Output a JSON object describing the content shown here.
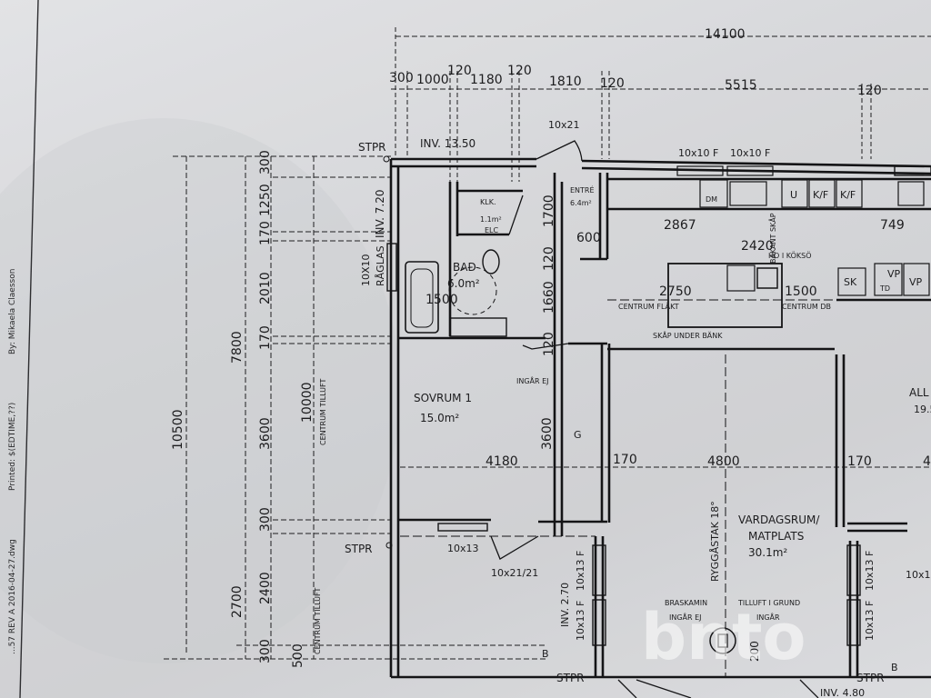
{
  "side_note": {
    "file": "...57 REV A 2016-04-27.dwg",
    "printed": "Printed: $(EDTIME,??)",
    "by": "By: Mikaela Claesson"
  },
  "top_dimensions": {
    "total": "14100",
    "d300": "300",
    "d1000": "1000",
    "d120a": "120",
    "d1180": "1180",
    "d120b": "120",
    "d1810": "1810",
    "d120c": "120",
    "d5515": "5515",
    "d120d": "120"
  },
  "left_dimensions": {
    "d300t": "300",
    "d1250": "1250",
    "d170a": "170",
    "d2010": "2010",
    "d170b": "170",
    "d3600": "3600",
    "d300m": "300",
    "d2400": "2400",
    "d300b": "300",
    "d7800": "7800",
    "d2700": "2700",
    "d10500": "10500",
    "d10000": "10000",
    "d500": "500",
    "centrum_tilluft_a": "CENTRUM TILLUFT",
    "centrum_tilluft_b": "CENTRUM TILLUFT"
  },
  "labels": {
    "stpr1": "STPR",
    "inv1350": "INV. 13.50",
    "inv720": "INV. 7.20",
    "raglas": "RÅGLAS",
    "w10x10": "10X10",
    "d10x21": "10x21",
    "w10x10f_a": "10x10 F",
    "w10x10f_b": "10x10 F",
    "entre": "ENTRÉ",
    "entre_area": "6.4m²",
    "klk": "KLK.",
    "klk_area": "1.1m²",
    "elc": "ELC",
    "d1700": "1700",
    "d120e": "120",
    "d1660": "1660",
    "d120f": "120",
    "d600": "600",
    "d2867": "2867",
    "d2420": "2420",
    "d749": "749",
    "d2750": "2750",
    "d1500a": "1500",
    "d1500b": "1500",
    "dm": "DM",
    "u": "U",
    "kf1": "K/F",
    "kf2": "K/F",
    "sk": "SK",
    "vp1": "VP",
    "vp2": "VP",
    "td": "TD",
    "skap_kok": "HO I KÖKSÖ",
    "bank_skap": "BAKANT SKÅP",
    "centrum_flakt": "CENTRUM FLÄKT",
    "centrum_db": "CENTRUM DB",
    "skap_under_bank": "SKÅP UNDER BÄNK",
    "bad": "BAD",
    "bad_area": "6.0m²",
    "ingar_ej1": "INGÅR EJ",
    "sovrum": "SOVRUM 1",
    "sovrum_area": "15.0m²",
    "d4180": "4180",
    "d3600b": "3600",
    "g": "G",
    "d170c": "170",
    "d4800": "4800",
    "d170d": "170",
    "all_partial": "ALL",
    "all_area_partial": "19.5",
    "d4_partial": "4",
    "stpr2": "STPR",
    "w10x13": "10x13",
    "d10x21_21": "10x21/21",
    "inv270": "INV. 2.70",
    "w10x13f_a": "10x13 F",
    "w10x13f_b": "10x13 F",
    "w10x13f_c": "10x13 F",
    "w10x13f_d": "10x13 F",
    "w10x13_partial": "10x13",
    "ryggastak": "RYGGÅSTAK 18°",
    "vardagsrum": "VARDAGSRUM/",
    "matplats": "MATPLATS",
    "vardag_area": "30.1m²",
    "braskamin": "BRASKAMIN",
    "ingar_ej2": "INGÅR EJ",
    "tilluft_grund": "TILLUFT I GRUND",
    "ingar": "INGÅR",
    "d200": "200",
    "stpr3": "STPR",
    "stpr4": "STPR",
    "inv480": "INV. 4.80",
    "b1": "B",
    "b2": "B",
    "watermark": "bnto"
  }
}
